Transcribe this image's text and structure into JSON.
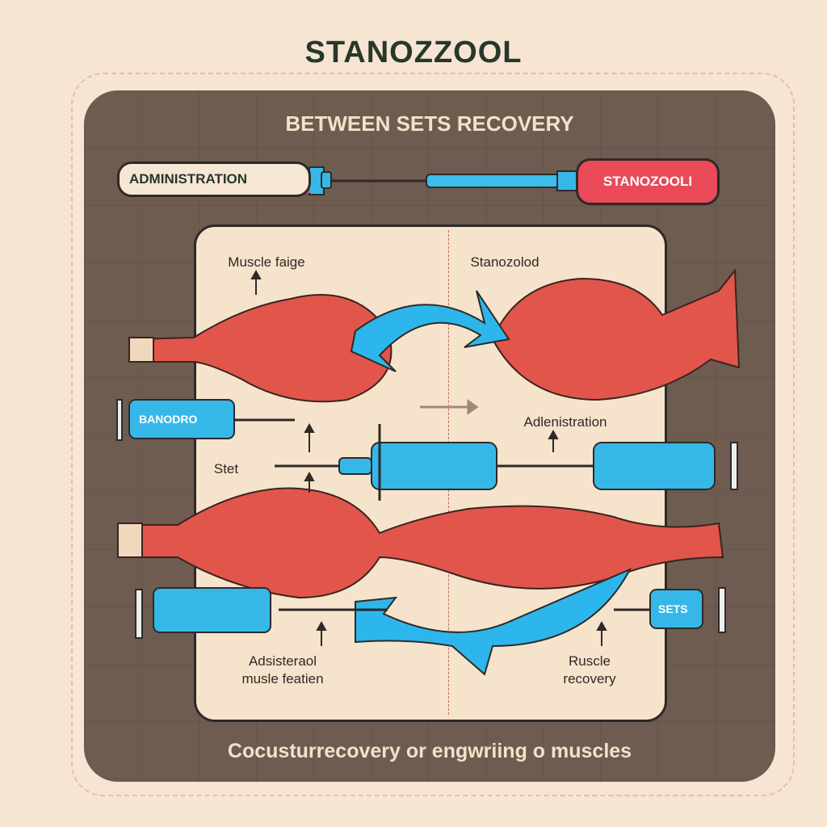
{
  "title": "STANOZZOOL",
  "subtitle": "BETWEEN SETS  RECOVERY",
  "top_bar": {
    "left_label": "ADMINISTRATION",
    "right_label": "STANOZOOLI"
  },
  "labels": {
    "muscle_fatigue": "Muscle faige",
    "stanozolod": "Stanozolod",
    "administration": "Adlenistration",
    "stet": "Stet",
    "adsisteraol_line1": "Adsisteraol",
    "adsisteraol_line2": "musle  featien",
    "ruscle_line1": "Ruscle",
    "ruscle_line2": "recovery"
  },
  "syringes": {
    "left_upper": "BANODRO",
    "right_lower": "SETS"
  },
  "footer": "Cocusturrecovery  or engwriing o muscles",
  "colors": {
    "background": "#f6e5d2",
    "panel": "#6e5c50",
    "muscle": "#e2554b",
    "syringe": "#35b8e8",
    "accent_red": "#ea4a58",
    "title": "#27382a"
  }
}
